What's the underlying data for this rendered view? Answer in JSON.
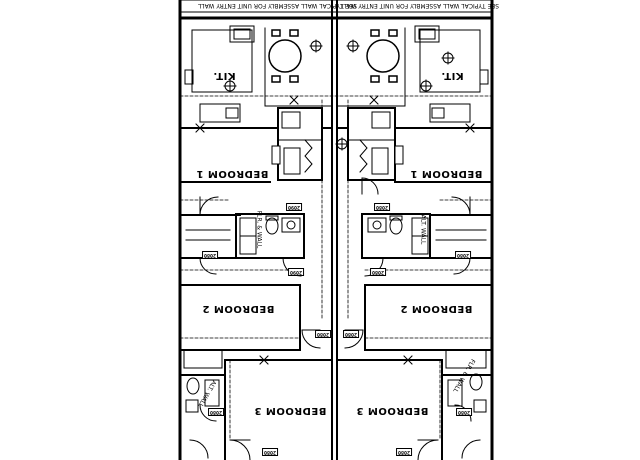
{
  "drawing": {
    "title_block": {
      "left": "SEE TYPICAL WALL ASSEMBLY FOR UNIT ENTRY WALL",
      "right": "SEE TYPICAL WALL ASSEMBLY FOR UNIT ENTRY WALL"
    },
    "units": {
      "left": {
        "kitchen": "KIT.",
        "bedroom_1": "BEDROOM 1",
        "bedroom_2": "BEDROOM 2",
        "bedroom_3": "BEDROOM 3",
        "wall_note_1": "FLR. & WALL",
        "wall_note_2": "ALT. WALL"
      },
      "right": {
        "kitchen": "KIT.",
        "bedroom_1": "BEDROOM 1",
        "bedroom_2": "BEDROOM 2",
        "bedroom_3": "BEDROOM 3",
        "wall_note_1": "ALT. WALL",
        "wall_note_2": "FLR. & WALL"
      }
    },
    "door_tags": [
      "2090",
      "2080",
      "2080",
      "2080",
      "2090",
      "2080",
      "2080",
      "2080",
      "2080",
      "2080",
      "2080",
      "2080"
    ],
    "colors": {
      "line": "#000000",
      "background": "#ffffff"
    }
  }
}
